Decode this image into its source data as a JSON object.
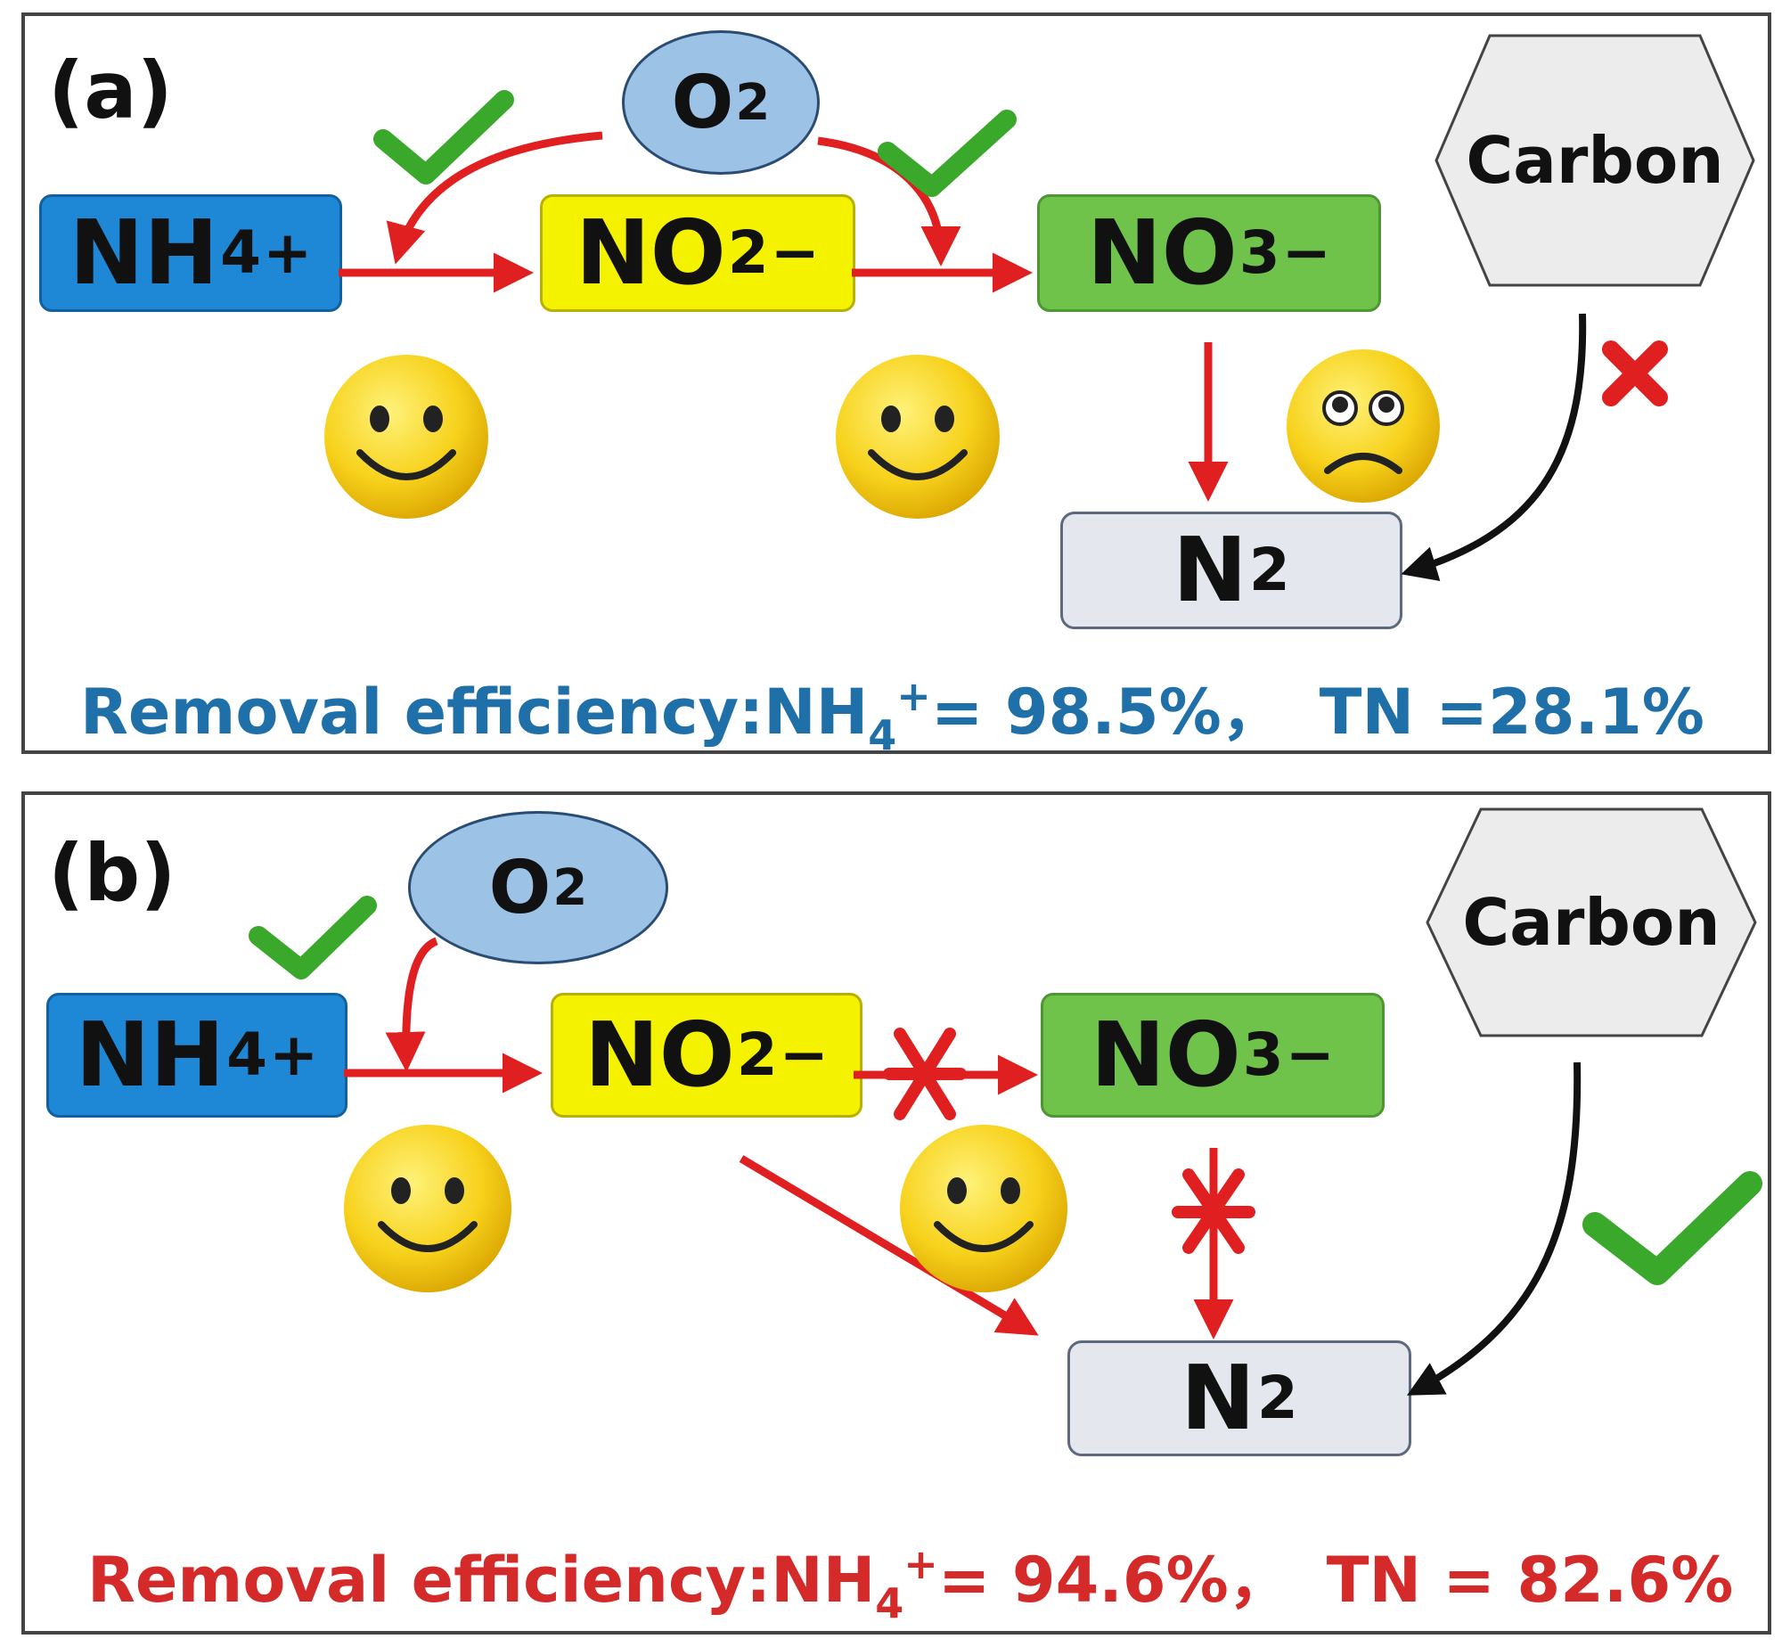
{
  "panel_a": {
    "label": "(a)",
    "nh4": {
      "base": "NH",
      "sub": "4",
      "sup": "+"
    },
    "no2": {
      "base": "NO",
      "sub": "2",
      "sup": "−"
    },
    "no3": {
      "base": "NO",
      "sub": "3",
      "sup": "−"
    },
    "o2": {
      "base": "O",
      "sub": "2"
    },
    "n2": {
      "base": "N",
      "sub": "2"
    },
    "carbon": "Carbon",
    "efficiency": {
      "prefix": "Removal efficiency:",
      "nh_base": "NH",
      "nh_sub": "4",
      "nh_sup": "+",
      "nh_value": "= 98.5%，",
      "tn": "TN =28.1%"
    }
  },
  "panel_b": {
    "label": "(b)",
    "nh4": {
      "base": "NH",
      "sub": "4",
      "sup": "+"
    },
    "no2": {
      "base": "NO",
      "sub": "2",
      "sup": "−"
    },
    "no3": {
      "base": "NO",
      "sub": "3",
      "sup": "−"
    },
    "o2": {
      "base": "O",
      "sub": "2"
    },
    "n2": {
      "base": "N",
      "sub": "2"
    },
    "carbon": "Carbon",
    "efficiency": {
      "prefix": "Removal efficiency:",
      "nh_base": "NH",
      "nh_sub": "4",
      "nh_sup": "+",
      "nh_value": "= 94.6%，",
      "tn": "TN = 82.6%"
    }
  },
  "colors": {
    "arrow_red": "#e02020",
    "arrow_black": "#111111",
    "check_green": "#3aa82a",
    "smiley_yellow": "#f7d21c",
    "eff_a_blue": "#1f6fa8",
    "eff_b_red": "#d42a2a"
  },
  "icons": [
    "check-icon",
    "cross-icon",
    "smiley-happy-icon",
    "smiley-sad-icon"
  ]
}
